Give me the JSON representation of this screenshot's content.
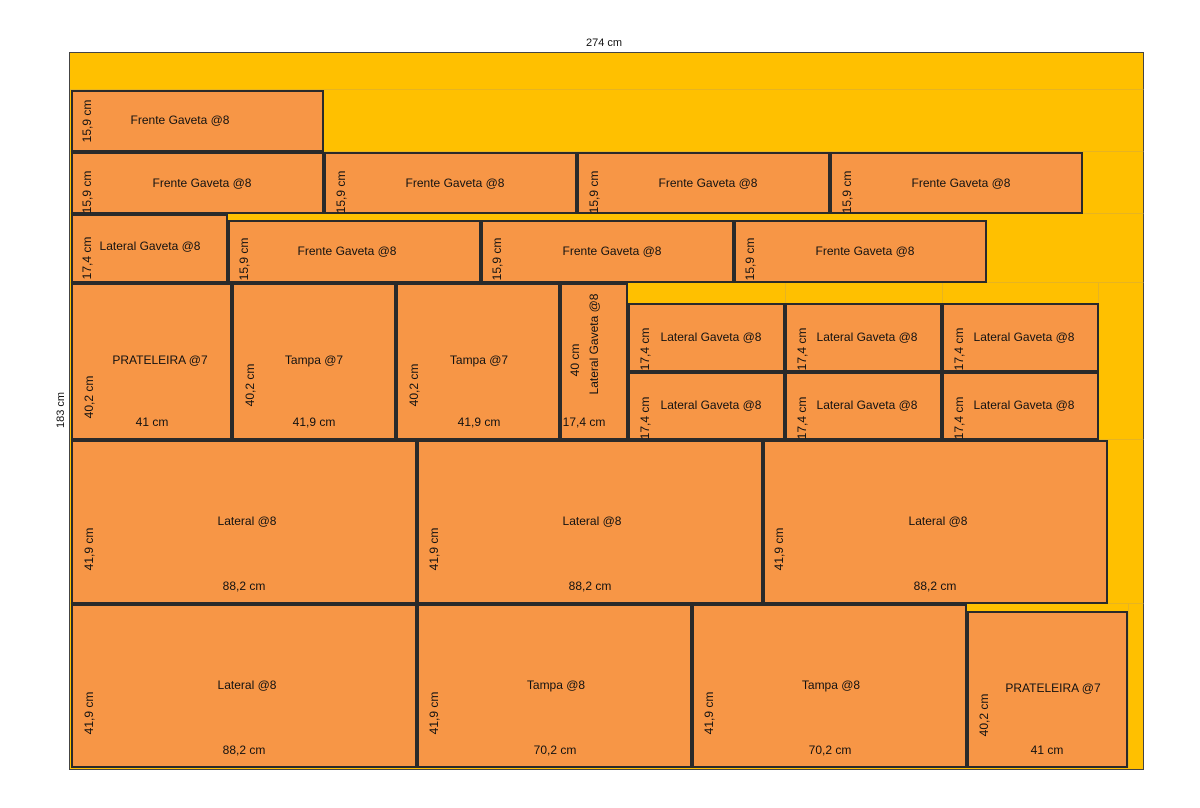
{
  "sheet": {
    "width_label": "274 cm",
    "height_label": "183 cm"
  },
  "colors": {
    "sheet": "#FFC000",
    "piece": "#F79646",
    "border": "#2a2a2a"
  },
  "pieces": [
    {
      "name": "Frente Gaveta @8",
      "h": "15,9 cm"
    },
    {
      "name": "Frente Gaveta @8",
      "h": "15,9 cm"
    },
    {
      "name": "Frente Gaveta @8",
      "h": "15,9 cm"
    },
    {
      "name": "Frente Gaveta @8",
      "h": "15,9 cm"
    },
    {
      "name": "Frente Gaveta @8",
      "h": "15,9 cm"
    },
    {
      "name": "Lateral Gaveta @8",
      "h": "17,4 cm"
    },
    {
      "name": "Frente Gaveta @8",
      "h": "15,9 cm"
    },
    {
      "name": "Frente Gaveta @8",
      "h": "15,9 cm"
    },
    {
      "name": "Frente Gaveta @8",
      "h": "15,9 cm"
    },
    {
      "name": "PRATELEIRA @7",
      "h": "40,2 cm",
      "w": "41 cm"
    },
    {
      "name": "Tampa @7",
      "h": "40,2 cm",
      "w": "41,9 cm"
    },
    {
      "name": "Tampa @7",
      "h": "40,2 cm",
      "w": "41,9 cm"
    },
    {
      "name": "Lateral Gaveta @8",
      "h": "40 cm",
      "w": "17,4 cm"
    },
    {
      "name": "Lateral Gaveta @8",
      "h": "17,4 cm"
    },
    {
      "name": "Lateral Gaveta @8",
      "h": "17,4 cm"
    },
    {
      "name": "Lateral Gaveta @8",
      "h": "17,4 cm"
    },
    {
      "name": "Lateral Gaveta @8",
      "h": "17,4 cm"
    },
    {
      "name": "Lateral Gaveta @8",
      "h": "17,4 cm"
    },
    {
      "name": "Lateral Gaveta @8",
      "h": "17,4 cm"
    },
    {
      "name": "Lateral @8",
      "h": "41,9 cm",
      "w": "88,2 cm"
    },
    {
      "name": "Lateral @8",
      "h": "41,9 cm",
      "w": "88,2 cm"
    },
    {
      "name": "Lateral @8",
      "h": "41,9 cm",
      "w": "88,2 cm"
    },
    {
      "name": "Lateral @8",
      "h": "41,9 cm",
      "w": "88,2 cm"
    },
    {
      "name": "Tampa @8",
      "h": "41,9 cm",
      "w": "70,2 cm"
    },
    {
      "name": "Tampa @8",
      "h": "41,9 cm",
      "w": "70,2 cm"
    },
    {
      "name": "PRATELEIRA @7",
      "h": "40,2 cm",
      "w": "41 cm"
    }
  ]
}
